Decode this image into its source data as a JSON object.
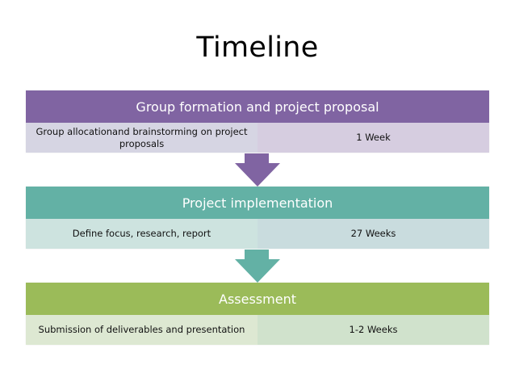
{
  "title": "Timeline",
  "colors": {
    "stage_1": "#8064a2",
    "stage_2": "#63b1a5",
    "stage_3": "#9bbb59"
  },
  "stages": [
    {
      "header": "Group formation and project proposal",
      "activity": "Group allocationand brainstorming on project proposals",
      "duration": "1 Week"
    },
    {
      "header": "Project implementation",
      "activity": "Define focus, research, report",
      "duration": "27 Weeks"
    },
    {
      "header": "Assessment",
      "activity": "Submission of deliverables and presentation",
      "duration": "1-2 Weeks"
    }
  ],
  "arrows": [
    {
      "icon": "down-arrow-icon",
      "color": "#8064a2"
    },
    {
      "icon": "down-arrow-icon",
      "color": "#63b1a5"
    }
  ]
}
